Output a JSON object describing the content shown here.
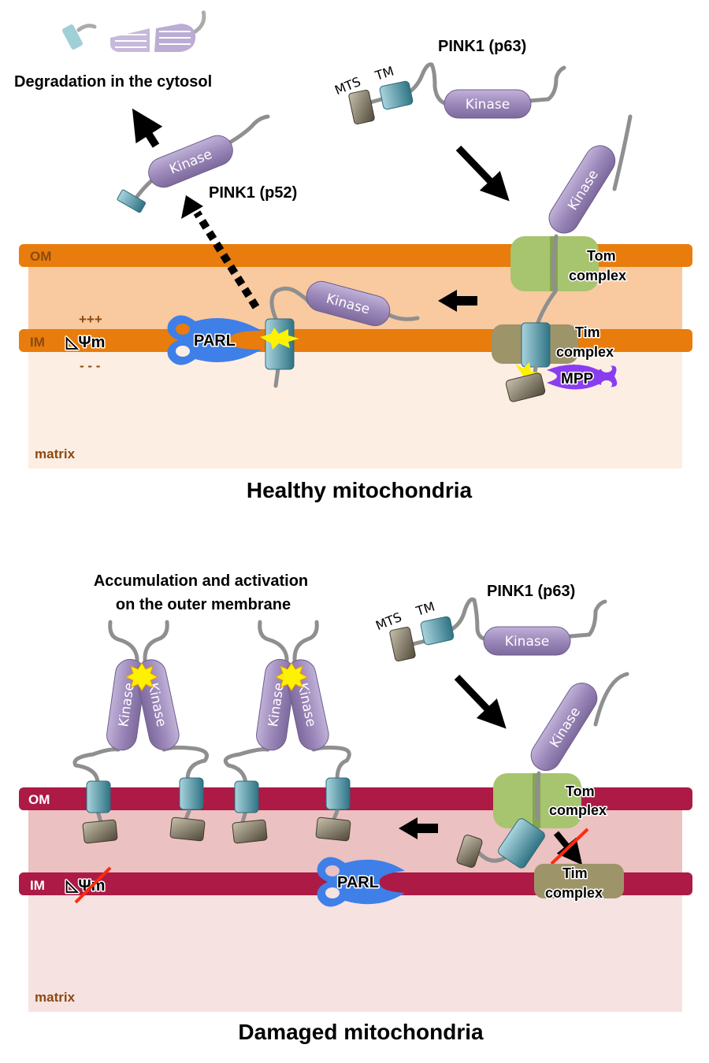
{
  "healthy": {
    "title": "Healthy mitochondria",
    "degradation_label": "Degradation in the cytosol",
    "pink1_full_label": "PINK1 (p63)",
    "pink1_cleaved_label": "PINK1 (p52)",
    "mts_label": "MTS",
    "tm_label": "TM",
    "kinase_label": "Kinase",
    "om_label": "OM",
    "im_label": "IM",
    "matrix_label": "matrix",
    "potential_label": "◺Ψm",
    "plus_charges": "+++",
    "minus_charges": "- - -",
    "parl_label": "PARL",
    "mpp_label": "MPP",
    "tom_label_line1": "Tom",
    "tom_label_line2": "complex",
    "tim_label_line1": "Tim",
    "tim_label_line2": "complex",
    "colors": {
      "membrane": "#e87c0c",
      "intermembrane": "#f9c9a0",
      "matrix": "#fdeee3",
      "membrane_text": "#8b4a0f"
    }
  },
  "damaged": {
    "title": "Damaged mitochondria",
    "accumulation_line1": "Accumulation and activation",
    "accumulation_line2": "on the outer membrane",
    "pink1_full_label": "PINK1 (p63)",
    "mts_label": "MTS",
    "tm_label": "TM",
    "kinase_label": "Kinase",
    "om_label": "OM",
    "im_label": "IM",
    "matrix_label": "matrix",
    "potential_label": "◺Ψm",
    "parl_label": "PARL",
    "tom_label_line1": "Tom",
    "tom_label_line2": "complex",
    "tim_label_line1": "Tim",
    "tim_label_line2": "complex",
    "colors": {
      "membrane": "#ac1a45",
      "intermembrane": "#ecc1c1",
      "matrix": "#f7e2e2",
      "membrane_text": "#ffffff"
    }
  },
  "palette": {
    "kinase": "#9b87b8",
    "tm_domain": "#5fa0ae",
    "mts_domain": "#7d7562",
    "tom": "#a7c46e",
    "tim": "#9e946a",
    "parl": "#3f7fe8",
    "mpp": "#8a3df0",
    "spark": "#fff200",
    "block": "#ff2a10",
    "matrix_text": "#8b4a0f"
  }
}
